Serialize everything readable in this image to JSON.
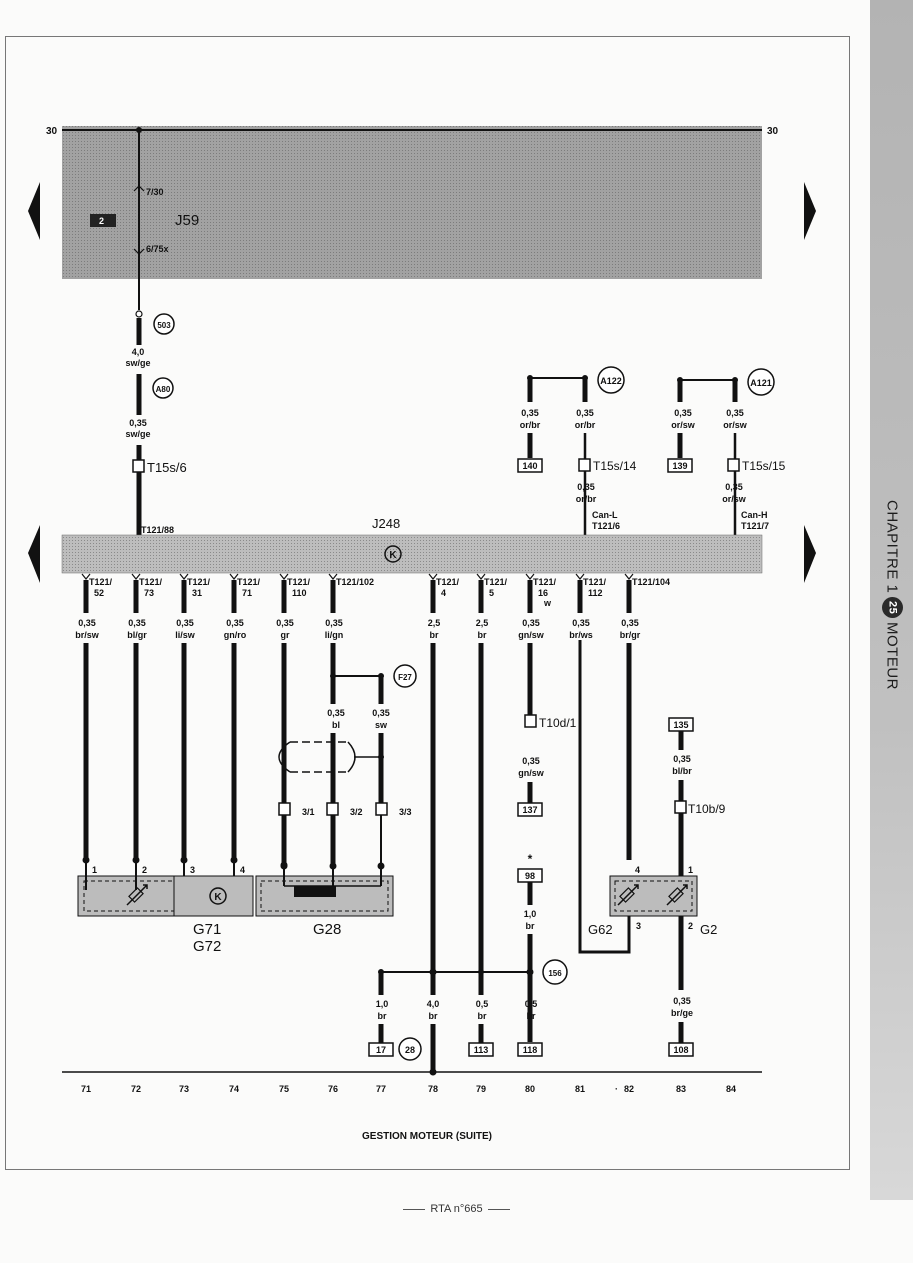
{
  "side_tab": {
    "chapter_word": "CHAPITRE 1",
    "chapter_number": "25",
    "section": "MOTEUR"
  },
  "footer": {
    "text": "RTA n°665"
  },
  "caption": "GESTION MOTEUR (SUITE)",
  "bus_labels": {
    "left": "30",
    "right": "30"
  },
  "relay": {
    "box_number": "2",
    "name": "J59",
    "pin_top": "7/30",
    "pin_bottom": "6/75x"
  },
  "ecu": {
    "name": "J248"
  },
  "left_wire": {
    "connector1": "503",
    "gauge1": "4,0",
    "color1": "sw/ge",
    "connector2": "A80",
    "gauge2": "0,35",
    "color2": "sw/ge",
    "plug": "T15s/6",
    "ecu_pin": "T121/88"
  },
  "can": {
    "a122": "A122",
    "a121": "A121",
    "w1_g": "0,35",
    "w1_c": "or/br",
    "w2_g": "0,35",
    "w2_c": "or/br",
    "w3_g": "0,35",
    "w3_c": "or/sw",
    "w4_g": "0,35",
    "w4_c": "or/sw",
    "ref140": "140",
    "ref139": "139",
    "plug14": "T15s/14",
    "plug15": "T15s/15",
    "w5_g": "0,35",
    "w5_c": "or/br",
    "w6_g": "0,35",
    "w6_c": "or/sw",
    "canl": "Can-L",
    "canl_pin": "T121/6",
    "canh": "Can-H",
    "canh_pin": "T121/7"
  },
  "pins": [
    {
      "l1": "T121/",
      "l2": "52",
      "g": "0,35",
      "c": "br/sw"
    },
    {
      "l1": "T121/",
      "l2": "73",
      "g": "0,35",
      "c": "bl/gr"
    },
    {
      "l1": "T121/",
      "l2": "31",
      "g": "0,35",
      "c": "li/sw"
    },
    {
      "l1": "T121/",
      "l2": "71",
      "g": "0,35",
      "c": "gn/ro"
    },
    {
      "l1": "T121/",
      "l2": "110",
      "g": "0,35",
      "c": "gr"
    },
    {
      "l1": "T121/102",
      "l2": "",
      "g": "0,35",
      "c": "li/gn"
    },
    {
      "l1": "T121/",
      "l2": "4",
      "g": "2,5",
      "c": "br"
    },
    {
      "l1": "T121/",
      "l2": "5",
      "g": "2,5",
      "c": "br"
    },
    {
      "l1": "T121/",
      "l2": "16",
      "l3": "w",
      "g": "0,35",
      "c": "gn/sw"
    },
    {
      "l1": "T121/",
      "l2": "112",
      "g": "0,35",
      "c": "br/ws"
    },
    {
      "l1": "T121/104",
      "l2": "",
      "g": "0,35",
      "c": "br/gr"
    }
  ],
  "g28_wiring": {
    "f27": "F27",
    "bl_g": "0,35",
    "bl_c": "bl",
    "sw_g": "0,35",
    "sw_c": "sw",
    "p1": "3/1",
    "p2": "3/2",
    "p3": "3/3",
    "name": "G28"
  },
  "g71": {
    "pins": [
      "1",
      "2",
      "3",
      "4"
    ],
    "name1": "G71",
    "name2": "G72"
  },
  "mid_wire": {
    "plug": "T10d/1",
    "g": "0,35",
    "c": "gn/sw",
    "ref137": "137",
    "star": "*",
    "ref98": "98",
    "g2": "1,0",
    "c2": "br"
  },
  "g2_block": {
    "ref135": "135",
    "g": "0,35",
    "c": "bl/br",
    "plug": "T10b/9",
    "pin4": "4",
    "pin1": "1",
    "pin3": "3",
    "pin2": "2",
    "g62": "G62",
    "g2": "G2",
    "out_g": "0,35",
    "out_c": "br/ge",
    "ref108": "108"
  },
  "ground": {
    "splice": "156",
    "ground_id": "28",
    "w1_g": "1,0",
    "w1_c": "br",
    "ref17": "17",
    "w2_g": "4,0",
    "w2_c": "br",
    "w3_g": "0,5",
    "w3_c": "br",
    "ref113": "113",
    "w4_g": "0,5",
    "w4_c": "br",
    "ref118": "118"
  },
  "columns": [
    "71",
    "72",
    "73",
    "74",
    "75",
    "76",
    "77",
    "78",
    "79",
    "80",
    "81",
    "82",
    "83",
    "84"
  ]
}
